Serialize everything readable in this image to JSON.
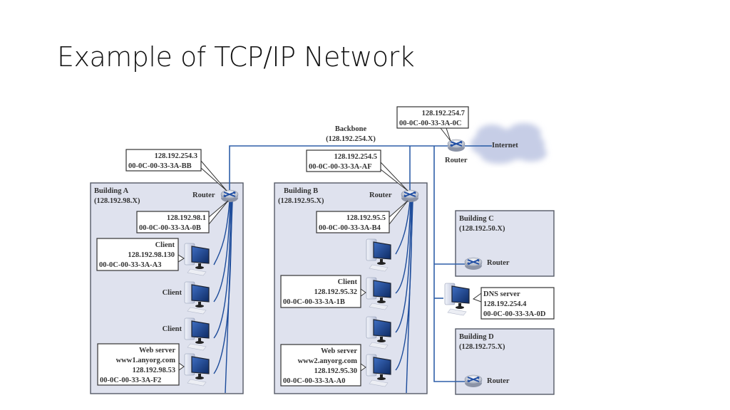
{
  "slide": {
    "title": "Example of TCP/IP Network"
  },
  "colors": {
    "backbone": "#2e5fa8",
    "building_fill": "#dfe2ee",
    "cloud": "#c9d0e8"
  },
  "backbone": {
    "label": "Backbone",
    "subnet": "(128.192.254.X)"
  },
  "internet": {
    "label": "Internet"
  },
  "core_router": {
    "label": "Router",
    "ip": "128.192.254.7",
    "mac": "00-0C-00-33-3A-0C"
  },
  "building_a": {
    "name": "Building A",
    "subnet": "(128.192.98.X)",
    "router": {
      "label": "Router",
      "outer_ip": "128.192.254.3",
      "outer_mac": "00-0C-00-33-3A-BB",
      "inner_ip": "128.192.98.1",
      "inner_mac": "00-0C-00-33-3A-0B"
    },
    "client1": {
      "label": "Client",
      "ip": "128.192.98.130",
      "mac": "00-0C-00-33-3A-A3"
    },
    "client2": {
      "label": "Client"
    },
    "client3": {
      "label": "Client"
    },
    "web_server": {
      "label": "Web server",
      "host": "www1.anyorg.com",
      "ip": "128.192.98.53",
      "mac": "00-0C-00-33-3A-F2"
    }
  },
  "building_b": {
    "name": "Building B",
    "subnet": "(128.192.95.X)",
    "router": {
      "label": "Router",
      "outer_ip": "128.192.254.5",
      "outer_mac": "00-0C-00-33-3A-AF",
      "inner_ip": "128.192.95.5",
      "inner_mac": "00-0C-00-33-3A-B4"
    },
    "client": {
      "label": "Client",
      "ip": "128.192.95.32",
      "mac": "00-0C-00-33-3A-1B"
    },
    "web_server": {
      "label": "Web server",
      "host": "www2.anyorg.com",
      "ip": "128.192.95.30",
      "mac": "00-0C-00-33-3A-A0"
    }
  },
  "building_c": {
    "name": "Building C",
    "subnet": "(128.192.50.X)",
    "router_label": "Router"
  },
  "dns_server": {
    "label": "DNS server",
    "ip": "128.192.254.4",
    "mac": "00-0C-00-33-3A-0D"
  },
  "building_d": {
    "name": "Building D",
    "subnet": "(128.192.75.X)",
    "router_label": "Router"
  }
}
